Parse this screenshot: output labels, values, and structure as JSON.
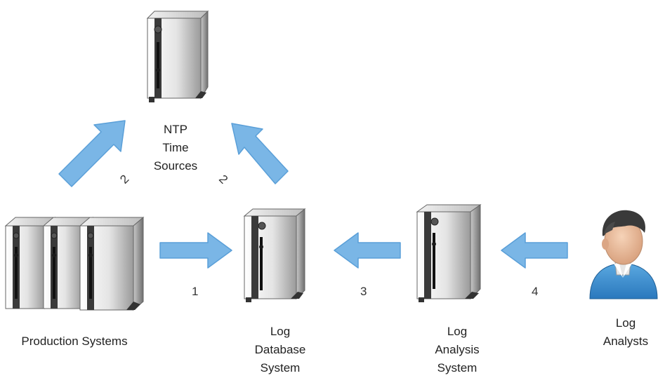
{
  "colors": {
    "arrow_fill": "#7ab6e6",
    "arrow_stroke": "#5a9fd8",
    "server_body_light": "#ffffff",
    "server_body_dark": "#8c8c8c",
    "server_outline": "#555555",
    "text": "#222222"
  },
  "nodes": {
    "ntp": {
      "icon": "server-tower-icon",
      "label_lines": [
        "NTP",
        "Time",
        "Sources"
      ]
    },
    "production": {
      "icon": "server-cluster-icon",
      "label_lines": [
        "Production Systems"
      ]
    },
    "log_database": {
      "icon": "server-tower-icon",
      "label_lines": [
        "Log",
        "Database",
        "System"
      ]
    },
    "log_analysis": {
      "icon": "server-tower-icon",
      "label_lines": [
        "Log",
        "Analysis",
        "System"
      ]
    },
    "analysts": {
      "icon": "user-person-icon",
      "label_lines": [
        "Log",
        "Analysts"
      ]
    }
  },
  "steps": {
    "production_to_ntp": "2",
    "database_to_ntp": "2",
    "production_to_database": "1",
    "analysis_to_database": "3",
    "analysts_to_analysis": "4"
  }
}
